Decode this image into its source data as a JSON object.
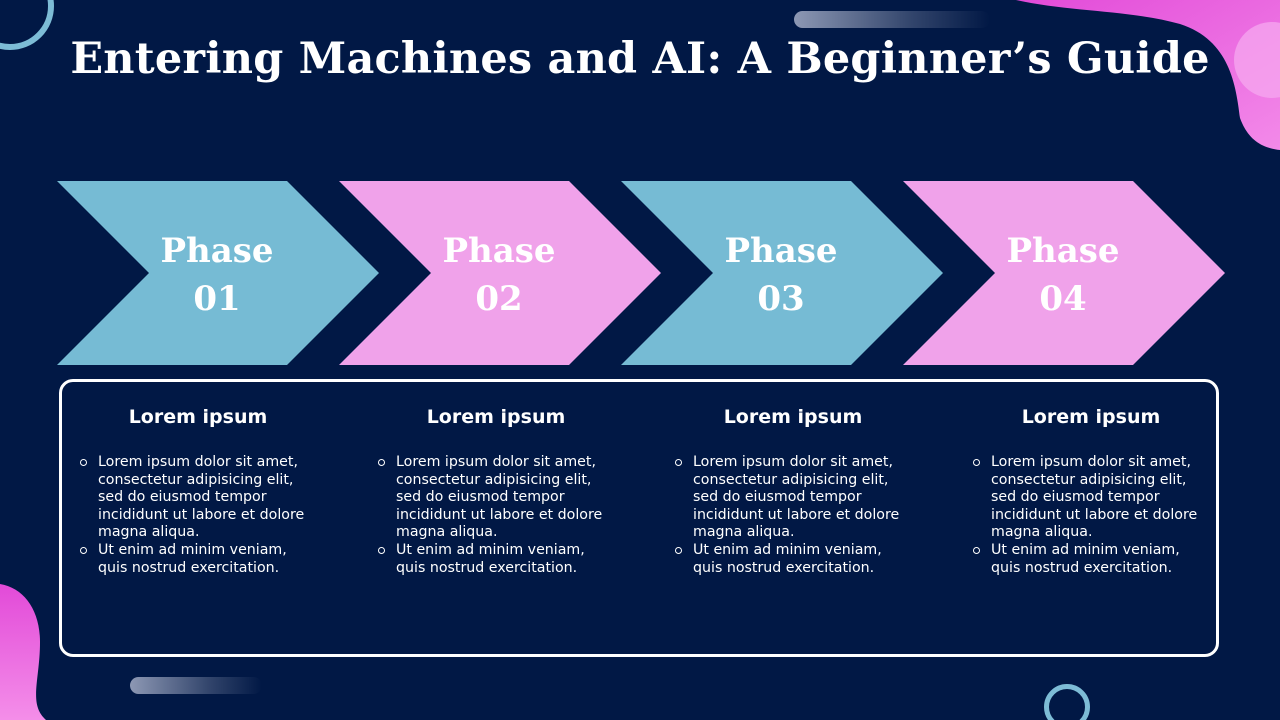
{
  "title": "Entering Machines and AI: A Beginner’s Guide",
  "colors": {
    "background": "#011845",
    "blue": "#76bbd4",
    "pink": "#f0a2ea",
    "accent_magenta": "#e24ad8"
  },
  "phases": [
    {
      "line1": "Phase",
      "line2": "01",
      "color": "#76bbd4"
    },
    {
      "line1": "Phase",
      "line2": "02",
      "color": "#f0a2ea"
    },
    {
      "line1": "Phase",
      "line2": "03",
      "color": "#76bbd4"
    },
    {
      "line1": "Phase",
      "line2": "04",
      "color": "#f0a2ea"
    }
  ],
  "columns": [
    {
      "heading": "Lorem ipsum",
      "bullets": [
        "Lorem ipsum dolor sit amet, consectetur adipisicing elit, sed do eiusmod tempor incididunt ut labore et dolore magna aliqua.",
        "Ut enim ad minim veniam, quis nostrud exercitation."
      ]
    },
    {
      "heading": "Lorem ipsum",
      "bullets": [
        "Lorem ipsum dolor sit amet, consectetur adipisicing elit, sed do eiusmod tempor incididunt ut labore et dolore magna aliqua.",
        "Ut enim ad minim veniam, quis nostrud exercitation."
      ]
    },
    {
      "heading": "Lorem ipsum",
      "bullets": [
        "Lorem ipsum dolor sit amet, consectetur adipisicing elit, sed do eiusmod tempor incididunt ut labore et dolore magna aliqua.",
        "Ut enim ad minim veniam, quis nostrud exercitation."
      ]
    },
    {
      "heading": "Lorem ipsum",
      "bullets": [
        "Lorem ipsum dolor sit amet, consectetur adipisicing elit, sed do eiusmod tempor incididunt ut labore et dolore magna aliqua.",
        "Ut enim ad minim veniam, quis nostrud exercitation."
      ]
    }
  ]
}
